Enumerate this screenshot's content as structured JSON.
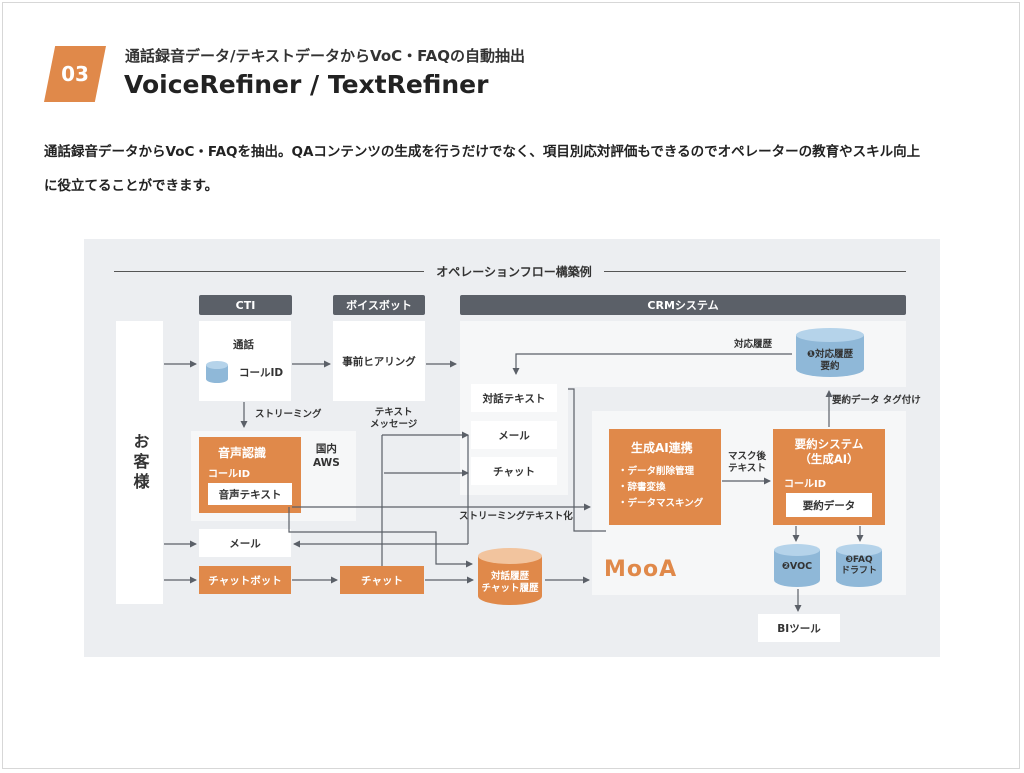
{
  "header": {
    "number": "03",
    "subtitle": "通話録音データ/テキストデータからVoC・FAQの自動抽出",
    "title": "VoiceRefiner / TextRefiner"
  },
  "lead": {
    "line1": "通話録音データからVoC・FAQを抽出。QAコンテンツの生成を行うだけでなく、項目別応対評価もできるのでオペレーターの教育やスキル向上",
    "line2": "に役立てることができます。"
  },
  "diagram": {
    "title": "オペレーションフロー構築例",
    "customer": "お客様",
    "sections": {
      "cti": "CTI",
      "voicebot": "ボイスボット",
      "crm": "CRMシステム"
    },
    "cti": {
      "call": "通話",
      "call_id": "コールID",
      "streaming": "ストリーミング"
    },
    "voicebot": {
      "hearing": "事前ヒアリング"
    },
    "speech": {
      "title": "音声認識",
      "call_id": "コールID",
      "text": "音声テキスト",
      "aws": "国内\nAWS"
    },
    "channels": {
      "mail": "メール",
      "chatbot": "チャットボット",
      "chat": "チャット"
    },
    "history_db": "対話履歴\nチャット履歴",
    "text_message": "テキスト\nメッセージ",
    "crm_items": [
      "対話テキスト",
      "メール",
      "チャット"
    ],
    "crm_db": "❶対応履歴\n要約",
    "response_history": "対応履歴",
    "summary_tag": "要約データ タグ付け",
    "genai": {
      "title": "生成AI連携",
      "items": [
        "・データ削除管理",
        "・辞書変換",
        "・データマスキング"
      ]
    },
    "masked_text": "マスク後\nテキスト",
    "summary_system": {
      "title": "要約システム\n（生成AI）",
      "call_id": "コールID",
      "data": "要約データ"
    },
    "voc": "❷VOC",
    "faq": "❸FAQ\nドラフト",
    "bi_tool": "BIツール",
    "streaming_text": "ストリーミングテキスト化",
    "brand": "MooA"
  },
  "colors": {
    "accent": "#e0894a",
    "header_bar": "#5b6068",
    "db": "#8fb8d8",
    "background": "#eceef1"
  }
}
